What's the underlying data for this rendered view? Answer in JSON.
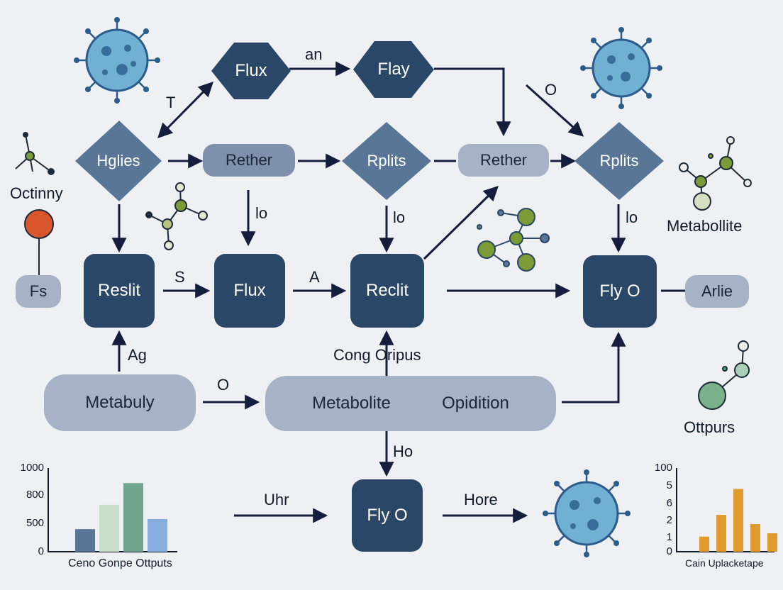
{
  "nodes": {
    "flux_top": "Flux",
    "flay_top": "Flay",
    "hglies": "Hglies",
    "rether_1": "Rether",
    "rplits_1": "Rplits",
    "rether_2": "Rether",
    "rplits_2": "Rplits",
    "fs": "Fs",
    "reslit": "Reslit",
    "flux_mid": "Flux",
    "reclit": "Reclit",
    "fly_o_mid": "Fly O",
    "ariie": "Arlie",
    "metabuly": "Metabuly",
    "metabolite": "Metabolite",
    "opidition": "Opidition",
    "fly_o_bottom": "Fly O"
  },
  "edge_labels": {
    "an": "an",
    "t": "T",
    "o_top": "O",
    "lo_1": "lo",
    "lo_2": "lo",
    "lo_3": "lo",
    "s": "S",
    "a": "A",
    "ag": "Ag",
    "cong_oripus": "Cong Oripus",
    "o_mid": "O",
    "ho": "Ho",
    "uhr": "Uhr",
    "hore": "Hore"
  },
  "side_labels": {
    "octinny": "Octinny",
    "metabollite": "Metabollite",
    "ottpurs": "Ottpurs"
  },
  "colors": {
    "dark_node": "#2b4768",
    "diamond": "#5a7696",
    "pill": "#8b9bb4",
    "big_pill": "#a6b3c7",
    "arrow": "#141d3c",
    "virus": "#6fb0d3",
    "molecule_green": "#7a9b36",
    "orange": "#e07a2c",
    "red_dot": "#d9562c"
  },
  "chart_data": [
    {
      "type": "bar",
      "caption": "Ceno Gonpe Ottputs",
      "y_ticks": [
        "1000",
        "800",
        "500",
        "0"
      ],
      "ylim": [
        0,
        1000
      ],
      "values": [
        270,
        560,
        820,
        390
      ],
      "colors": [
        "#5a7696",
        "#c6dfc6",
        "#6fa58c",
        "#86aee0"
      ]
    },
    {
      "type": "bar",
      "caption": "Cain Uplacketape",
      "y_ticks": [
        "100",
        "5",
        "6",
        "2",
        "1",
        "0"
      ],
      "ylim": [
        0,
        100
      ],
      "values": [
        18,
        44,
        75,
        33,
        22
      ],
      "colors": [
        "#e09a2c",
        "#e09a2c",
        "#e09a2c",
        "#e09a2c",
        "#e09a2c"
      ]
    }
  ]
}
